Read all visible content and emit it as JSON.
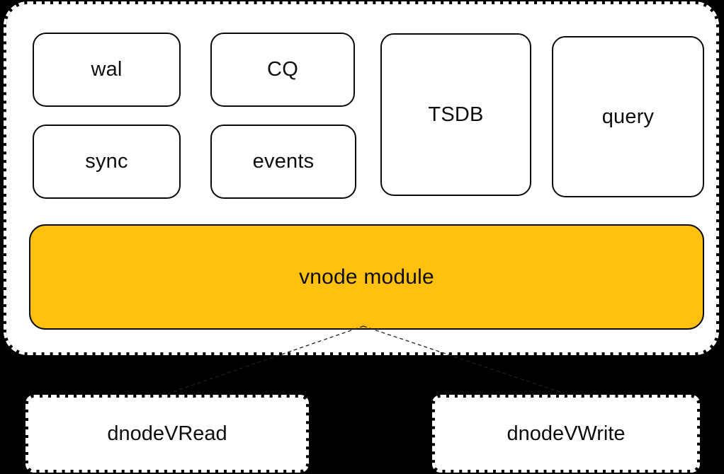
{
  "colors": {
    "background": "#000000",
    "vnode_fill": "#FFC010",
    "box_border": "#0b0b0b",
    "box_fill": "#ffffff",
    "text": "#0d0d0d"
  },
  "vnode_container": {
    "modules": [
      {
        "id": "wal",
        "label": "wal"
      },
      {
        "id": "cq",
        "label": "CQ"
      },
      {
        "id": "sync",
        "label": "sync"
      },
      {
        "id": "events",
        "label": "events"
      },
      {
        "id": "tsdb",
        "label": "TSDB"
      },
      {
        "id": "query",
        "label": "query"
      }
    ],
    "vnode_label": "vnode module"
  },
  "dnodes": [
    {
      "id": "dnode-v-read",
      "label": "dnodeVRead"
    },
    {
      "id": "dnode-v-write",
      "label": "dnodeVWrite"
    }
  ]
}
